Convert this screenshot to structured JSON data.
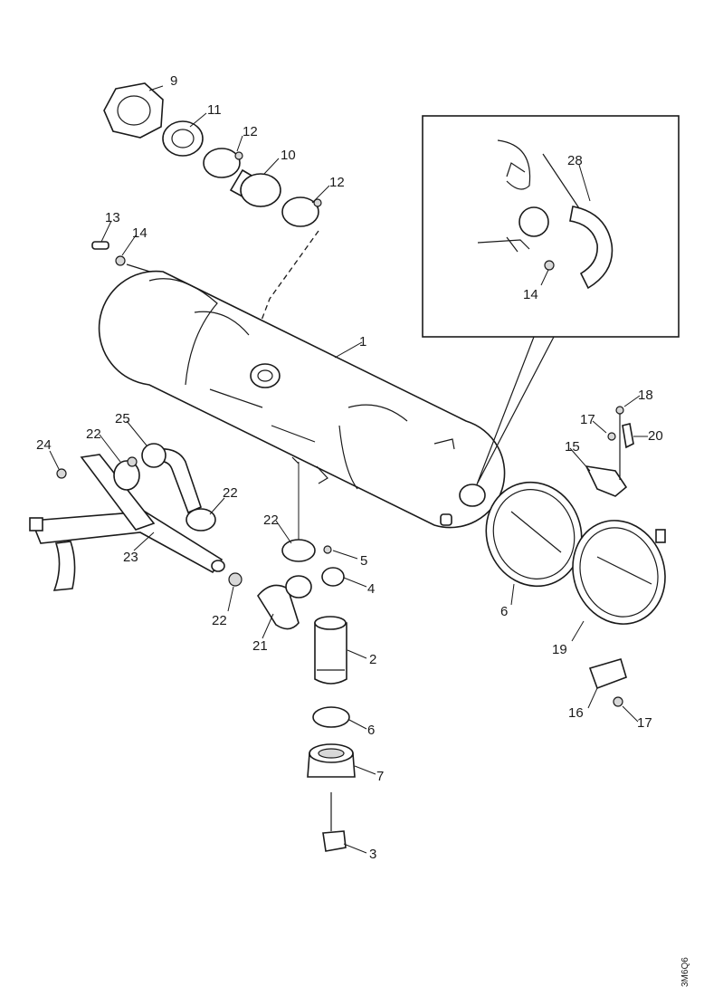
{
  "diagram": {
    "part_numbers": [
      "9",
      "11",
      "12",
      "10",
      "12",
      "13",
      "14",
      "28",
      "14",
      "1",
      "18",
      "17",
      "20",
      "15",
      "24",
      "22",
      "25",
      "22",
      "23",
      "22",
      "5",
      "4",
      "6",
      "19",
      "22",
      "21",
      "2",
      "16",
      "17",
      "6",
      "7",
      "3"
    ],
    "document_code": "3M6Q6"
  }
}
